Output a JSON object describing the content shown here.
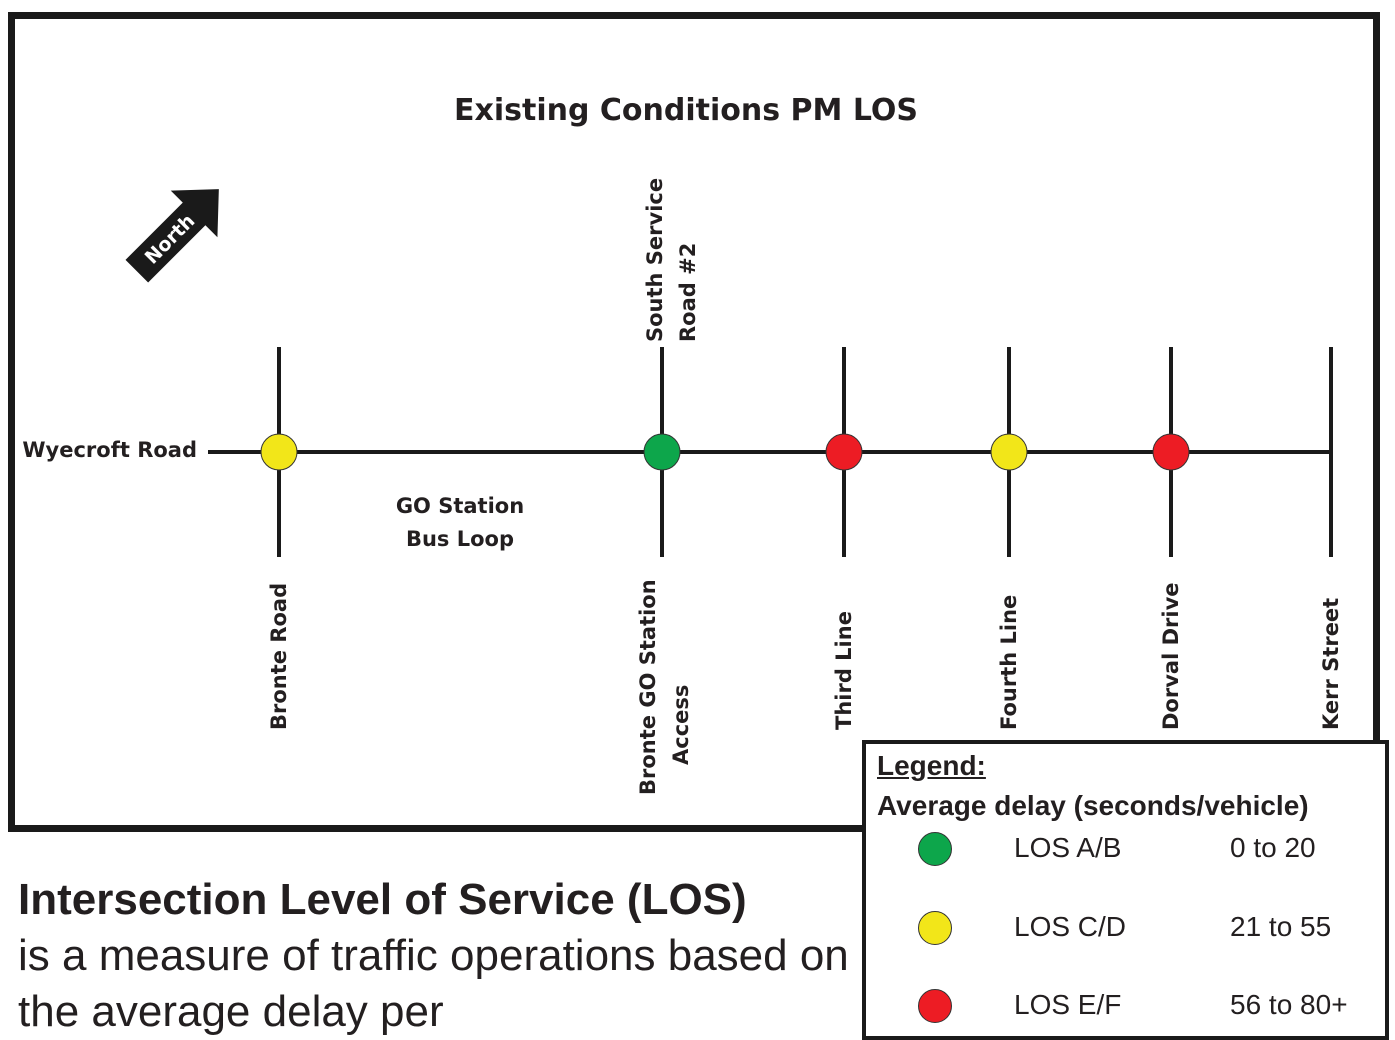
{
  "title": "Existing Conditions PM LOS",
  "north_label": "North",
  "main_road": "Wyecroft Road",
  "segment_label": [
    "GO Station",
    "Bus Loop"
  ],
  "north_street": [
    "South Service",
    "Road #2"
  ],
  "intersections": [
    {
      "street": [
        "Bronte Road"
      ],
      "los": "C/D",
      "color": "#f2e619"
    },
    {
      "street": [
        "Bronte GO Station",
        "Access"
      ],
      "los": "A/B",
      "color": "#0da64b"
    },
    {
      "street": [
        "Third Line"
      ],
      "los": "E/F",
      "color": "#ed1c24"
    },
    {
      "street": [
        "Fourth Line"
      ],
      "los": "C/D",
      "color": "#f2e619"
    },
    {
      "street": [
        "Dorval Drive"
      ],
      "los": "E/F",
      "color": "#ed1c24"
    },
    {
      "street": [
        "Kerr Street"
      ],
      "los": null,
      "color": null
    }
  ],
  "legend": {
    "title": "Legend:",
    "subtitle": "Average delay (seconds/vehicle)",
    "items": [
      {
        "los": "LOS A/B",
        "range": "0 to 20",
        "color": "#0da64b"
      },
      {
        "los": "LOS C/D",
        "range": "21 to 55",
        "color": "#f2e619"
      },
      {
        "los": "LOS E/F",
        "range": "56 to 80+",
        "color": "#ed1c24"
      }
    ]
  },
  "description": {
    "heading": "Intersection Level of Service (LOS)",
    "body": "is a measure of traffic operations based on the average delay per"
  }
}
